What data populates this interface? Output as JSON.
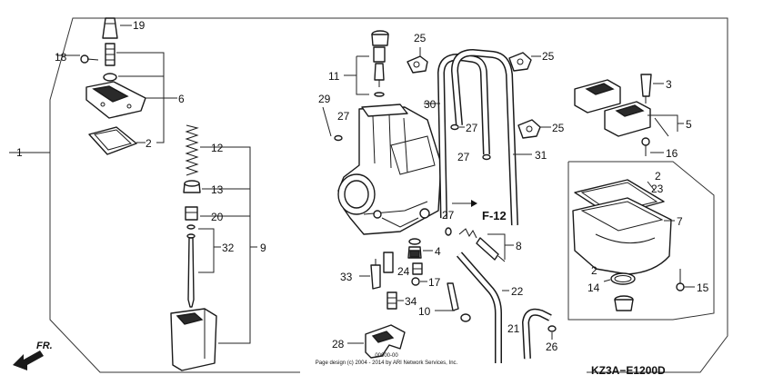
{
  "diagram": {
    "code": "KZ3A−E1200D",
    "reference": "F-12",
    "front_label": "FR.",
    "copyright_lines": [
      "00000-00",
      "Page design (c) 2004 - 2014 by ARI Network Services, Inc."
    ],
    "callouts": {
      "c1": "1",
      "c2a": "2",
      "c2b": "2",
      "c2c": "2",
      "c3": "3",
      "c4": "4",
      "c5": "5",
      "c6": "6",
      "c7": "7",
      "c8": "8",
      "c9": "9",
      "c10": "10",
      "c11": "11",
      "c12": "12",
      "c13": "13",
      "c14": "14",
      "c15": "15",
      "c16": "16",
      "c17": "17",
      "c18": "18",
      "c19": "19",
      "c20": "20",
      "c21": "21",
      "c22": "22",
      "c23": "23",
      "c24": "24",
      "c25a": "25",
      "c25b": "25",
      "c25c": "25",
      "c26": "26",
      "c27a": "27",
      "c27b": "27",
      "c27c": "27",
      "c27d": "27",
      "c28": "28",
      "c29": "29",
      "c30": "30",
      "c31": "31",
      "c32": "32",
      "c33": "33",
      "c34": "34"
    }
  }
}
